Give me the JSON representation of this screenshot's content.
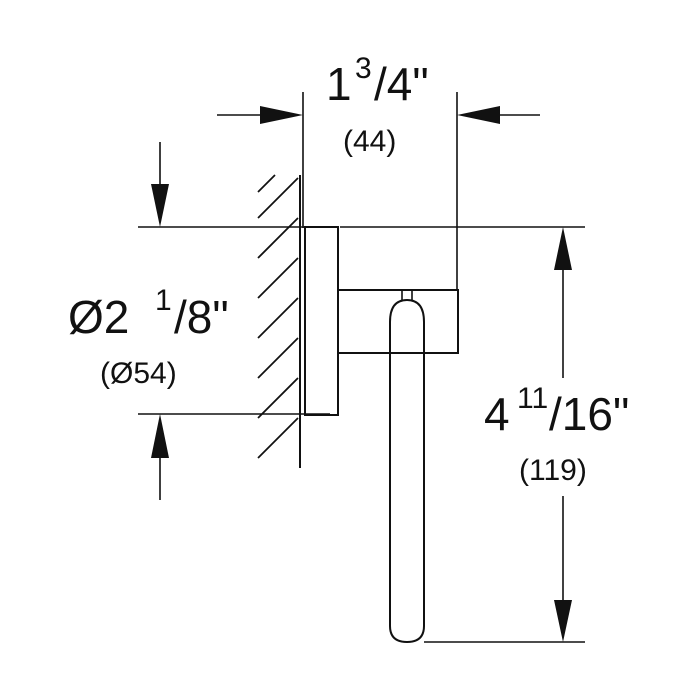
{
  "dimensions": {
    "projection": {
      "whole": "1",
      "fraction_num": "3",
      "fraction_rest": "/4\"",
      "metric": "(44)"
    },
    "diameter": {
      "whole": "Ø2",
      "fraction_num": "1",
      "fraction_rest": "/8\"",
      "metric": "(Ø54)"
    },
    "height": {
      "whole": "4",
      "fraction_num": "11",
      "fraction_rest": "/16\"",
      "metric": "(119)"
    }
  },
  "colors": {
    "line": "#111111",
    "background": "#ffffff"
  }
}
